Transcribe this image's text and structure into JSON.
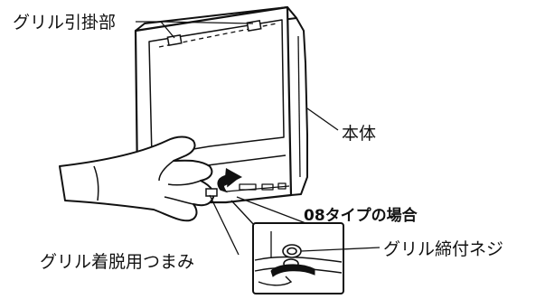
{
  "labels": {
    "grill_hook": "グリル引掛部",
    "main_body": "本体",
    "type_08_case": "08タイプの場合",
    "grill_removal_knob": "グリル着脱用つまみ",
    "grill_screw": "グリル締付ネジ"
  },
  "colors": {
    "line": "#111111",
    "fill": "#ffffff"
  }
}
